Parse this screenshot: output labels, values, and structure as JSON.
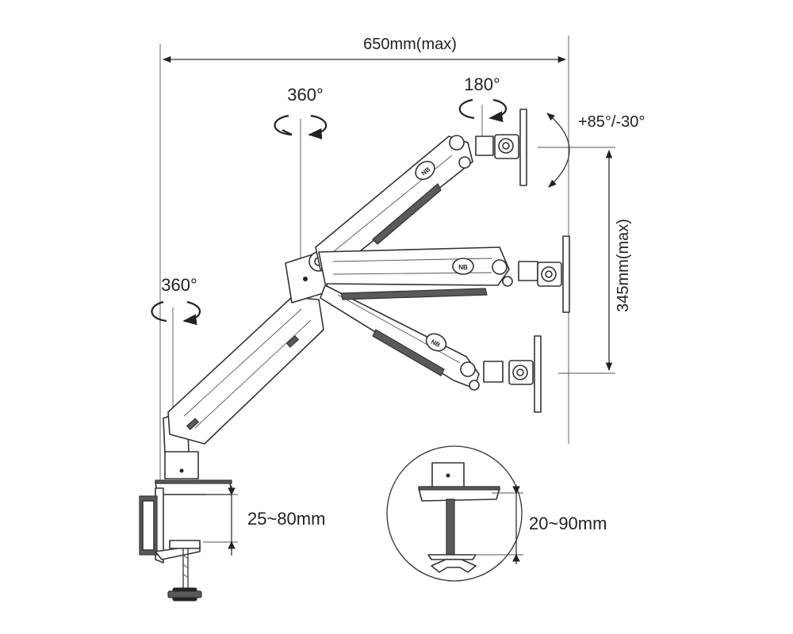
{
  "labels": {
    "width_max": "650mm(max)",
    "rotation_top_pole": "360°",
    "rotation_base": "360°",
    "rotation_head": "180°",
    "tilt_range": "+85°/-30°",
    "height_max": "345mm(max)",
    "clamp_range": "25~80mm",
    "grommet_range": "20~90mm"
  },
  "icons": {
    "rotation": "rotation-arrow-icon",
    "arm_logo": "brand-logo-icon"
  },
  "colors": {
    "line": "#333333",
    "shade": "#5a5a5a"
  }
}
